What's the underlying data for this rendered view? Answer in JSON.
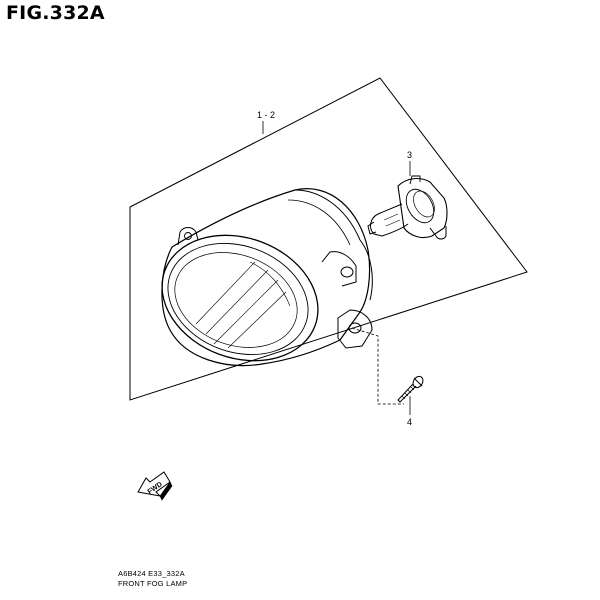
{
  "figure": {
    "title": "FIG.332A"
  },
  "callouts": {
    "assembly": "1 - 2",
    "bulb": "3",
    "screw": "4"
  },
  "direction_marker": {
    "label": "FWD"
  },
  "footer": {
    "code": "A6B424 E33_332A",
    "name": "FRONT FOG LAMP"
  }
}
